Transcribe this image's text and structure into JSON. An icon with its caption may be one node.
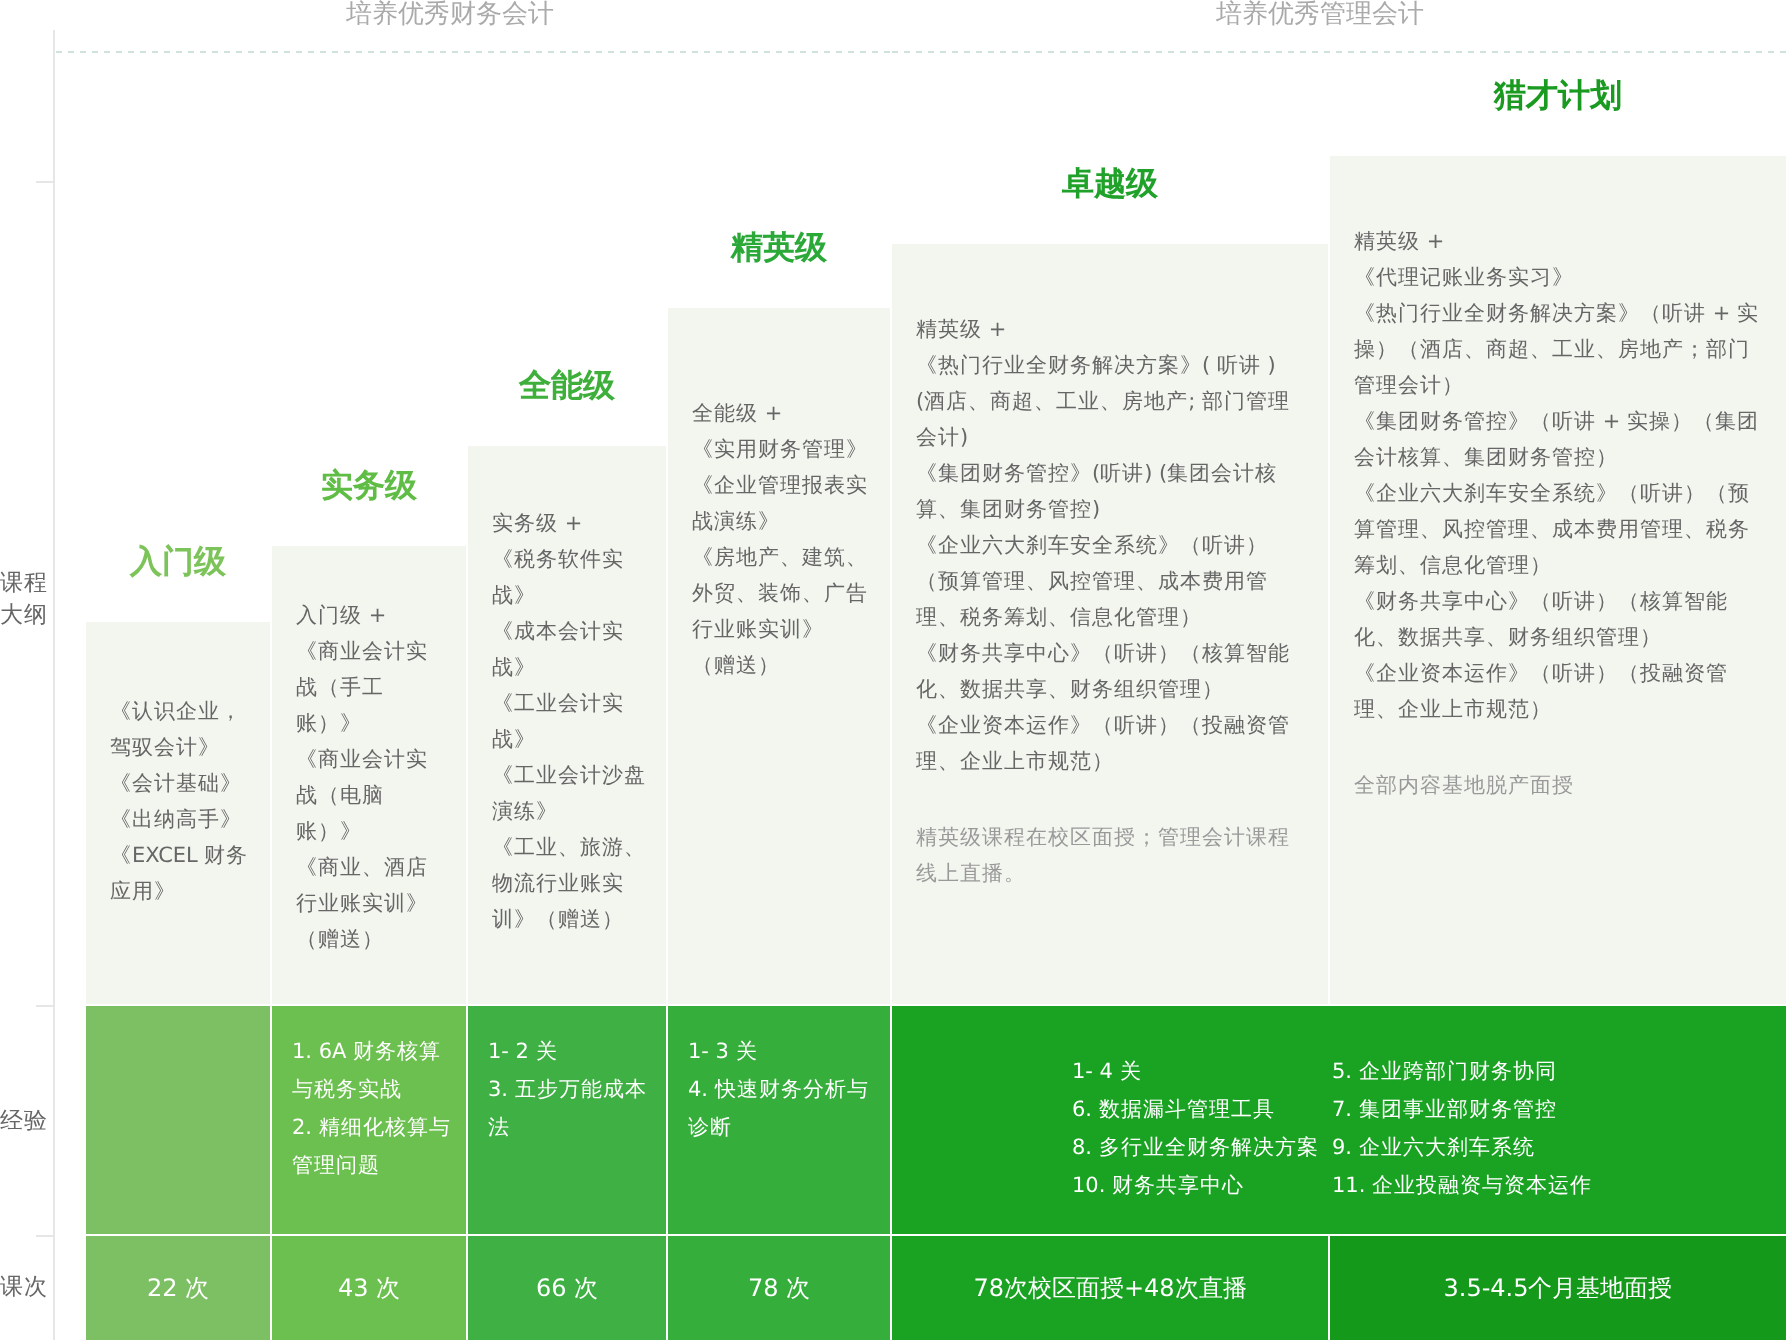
{
  "diagram": {
    "nodes": [
      {
        "text": [
          "入门级",
          "《认识企业，驾驭会计》",
          "《会计基础》",
          "《出纳高手》",
          "《EXCEL 财务应用》"
        ]
      },
      {
        "text": [
          "实务级",
          "入门级 +",
          "《商业会计实战（手工账）》",
          "《商业会计实战（电脑账）》",
          "《商业、酒店行业账实训》",
          "（赠送）"
        ]
      },
      {
        "text": [
          "全能级",
          "实务级 +",
          "《税务软件实战》",
          "《成本会计实战》",
          "《工业会计实战》",
          "《工业会计沙盘演练》",
          "《工业、旅游、物流行业账实训》（赠送）"
        ]
      },
      {
        "text": [
          "精英级",
          "全能级 +",
          "《实用财务管理》《企业管理报表实战演练》",
          "《房地产、建筑、外贸、装饰、广告行业账实训》",
          "（赠送）"
        ]
      },
      {
        "text": [
          "卓越级",
          "精英级 +",
          "《热门行业全财务解决方案》( 听讲 ) (酒店、商超、工业、房地产; 部门管理会计)",
          "《集团财务管控》(听讲) (集团会计核算、集团财务管控)",
          "《企业六大刹车安全系统》（听讲）（预算管理、风控管理、成本费用管理、税务筹划、信息化管理）",
          "《财务共享中心》（听讲）（核算智能化、数据共享、财务组织管理）",
          "《企业资本运作》（听讲）（投融资管理、企业上市规范）",
          "精英级课程在校区面授；管理会计课程线上直播。"
        ]
      },
      {
        "text": [
          "猎才计划",
          "精英级 +",
          "《代理记账业务实习》",
          "《热门行业全财务解决方案》（听讲 + 实操）（酒店、商超、工业、房地产；部门管理会计）",
          "《集团财务管控》（听讲 + 实操）（集团会计核算、集团财务管控）",
          "《企业六大刹车安全系统》（听讲）（预算管理、风控管理、成本费用管理、税务筹划、信息化管理）",
          "《财务共享中心》（听讲）（核算智能化、数据共享、财务组织管理）",
          "《企业资本运作》（听讲）（投融资管理、企业上市规范）",
          "全部内容基地脱产面授"
        ]
      },
      {
        "text": [],
        "shape": "box"
      },
      {
        "text": [
          "1. 6A 财务核算与税务实战",
          "2. 精细化核算与管理问题"
        ]
      },
      {
        "text": [
          "1- 2 关",
          "3. 五步万能成本法"
        ]
      },
      {
        "text": [
          "1- 3 关",
          "4. 快速财务分析与诊断"
        ]
      },
      {
        "text": [
          "1- 4 关",
          "5. 企业跨部门财务协同",
          "6. 数据漏斗管理工具",
          "7. 集团事业部财务管控",
          "8. 多行业全财务解决方案",
          "9. 企业六大刹车系统",
          "10. 财务共享中心",
          "11. 企业投融资与资本运作"
        ]
      },
      {
        "text": [
          "22 次"
        ]
      },
      {
        "text": [
          "43 次"
        ]
      },
      {
        "text": [
          "66 次"
        ]
      },
      {
        "text": [
          "78 次"
        ]
      },
      {
        "text": [
          "78次校区面授+48次直播"
        ]
      },
      {
        "text": [
          "3.5-4.5个月基地面授"
        ]
      }
    ],
    "edges": [],
    "labels": [
      "培养优秀财务会计",
      "培养优秀管理会计",
      "课程大纲",
      "经验",
      "课次"
    ]
  }
}
